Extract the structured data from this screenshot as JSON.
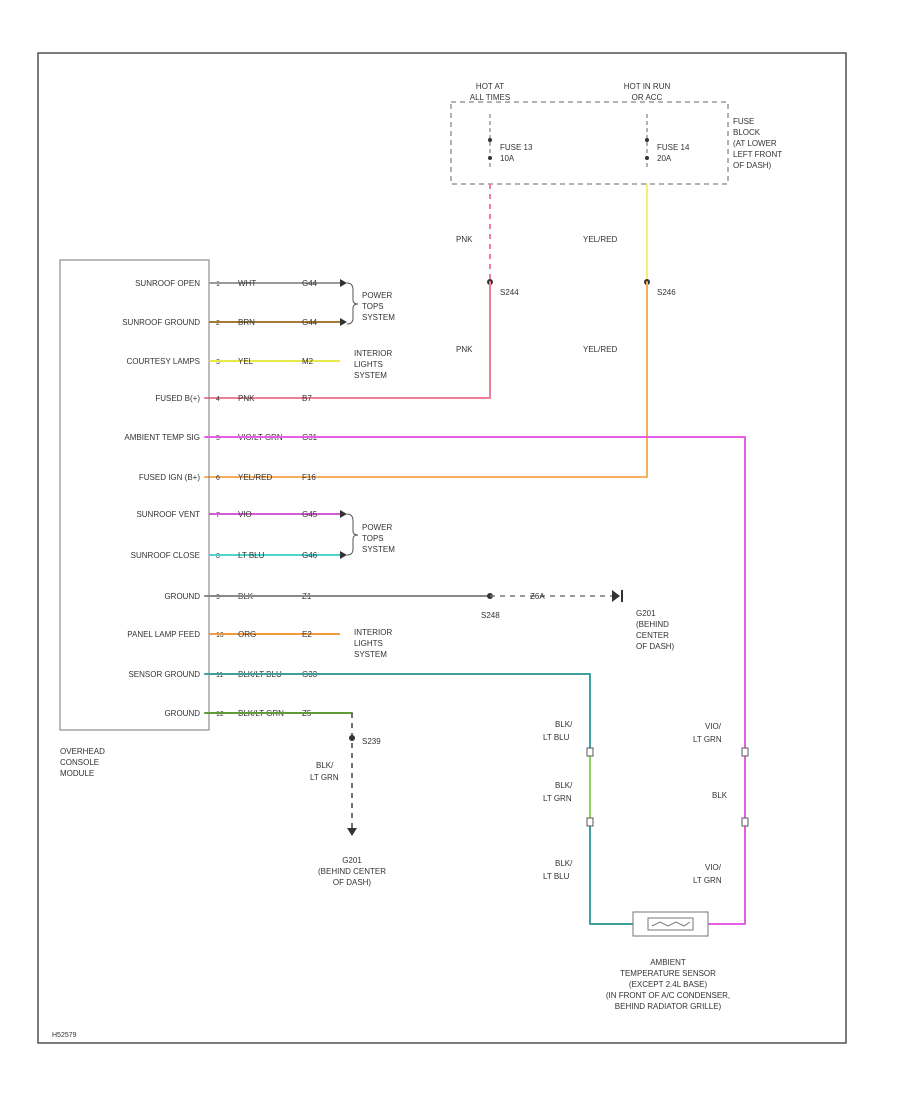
{
  "colors": {
    "wht_gry": "#9a9a9a",
    "brn_gry": "#a57b35",
    "yel": "#e8e84a",
    "pnk": "#ef7f95",
    "vio_lt_grn": "#e65ee6",
    "yel_red": "#f6ae5c",
    "vio_gry": "#d55cd5",
    "lt_blu": "#4fd5cf",
    "blk": "#777777",
    "org": "#f39a3e",
    "blk_lt_blu": "#3f9f9f",
    "blk_lt_grn": "#5f9a3c",
    "blu_lt_grn": "#7fd06a"
  },
  "top": {
    "hot_at_all_times": [
      "HOT AT",
      "ALL TIMES"
    ],
    "hot_in_run": [
      "HOT IN RUN",
      "OR ACC"
    ],
    "fuse13": [
      "FUSE 13",
      "10A"
    ],
    "fuse14": [
      "FUSE 14",
      "20A"
    ],
    "fuse_block": [
      "FUSE",
      "BLOCK",
      "(AT LOWER",
      "LEFT FRONT",
      "OF DASH)"
    ],
    "pnk_upper": "PNK",
    "pnk_lower": "PNK",
    "yel_red_upper": "YEL/RED",
    "yel_red_lower": "YEL/RED",
    "splice_left": "S244",
    "splice_right": "S246"
  },
  "module": {
    "pins": [
      "SUNROOF OPEN",
      "SUNROOF GROUND",
      "COURTESY LAMPS",
      "FUSED B(+)",
      "AMBIENT TEMP SIG",
      "FUSED IGN (B+)",
      "SUNROOF VENT",
      "SUNROOF CLOSE",
      "GROUND",
      "PANEL LAMP FEED",
      "SENSOR GROUND",
      "GROUND"
    ],
    "pin_numbers": [
      "1",
      "2",
      "3",
      "4",
      "5",
      "6",
      "7",
      "8",
      "9",
      "10",
      "11",
      "12"
    ],
    "wires": [
      "WHT",
      "BRN",
      "YEL",
      "PNK",
      "VIO/LT GRN",
      "YEL/RED",
      "VIO",
      "LT BLU",
      "BLK",
      "ORG",
      "BLK/LT BLU",
      "BLK/LT GRN"
    ],
    "circuits": [
      "G44",
      "G44",
      "M2",
      "B7",
      "G31",
      "F16",
      "G45",
      "G46",
      "Z1",
      "E2",
      "G33",
      "Z5"
    ],
    "label": [
      "OVERHEAD",
      "CONSOLE",
      "MODULE"
    ]
  },
  "systems": {
    "power_tops_1": [
      "POWER",
      "TOPS",
      "SYSTEM"
    ],
    "interior_lights_1": [
      "INTERIOR",
      "LIGHTS",
      "SYSTEM"
    ],
    "power_tops_2": [
      "POWER",
      "TOPS",
      "SYSTEM"
    ],
    "interior_lights_2": [
      "INTERIOR",
      "LIGHTS",
      "SYSTEM"
    ]
  },
  "ground": {
    "splice": "S248",
    "circuit": "Z6A",
    "g201_right": [
      "G201",
      "(BEHIND",
      "CENTER",
      "OF DASH)"
    ],
    "splice_s239": "S239",
    "wire_s239": [
      "BLK/",
      "LT GRN"
    ],
    "g201_left": [
      "G201",
      "(BEHIND CENTER",
      "OF DASH)"
    ]
  },
  "sensor": {
    "wire_left_1": [
      "BLK/",
      "LT BLU"
    ],
    "wire_left_2": [
      "BLK/",
      "LT GRN"
    ],
    "wire_left_3": [
      "BLK/",
      "LT BLU"
    ],
    "wire_right_1": [
      "VIO/",
      "LT GRN"
    ],
    "wire_right_2": "BLK",
    "wire_right_3": [
      "VIO/",
      "LT GRN"
    ],
    "label": [
      "AMBIENT",
      "TEMPERATURE SENSOR",
      "(EXCEPT 2.4L BASE)",
      "(IN FRONT OF A/C CONDENSER,",
      "BEHIND RADIATOR GRILLE)"
    ]
  },
  "footer_code": "H52579"
}
